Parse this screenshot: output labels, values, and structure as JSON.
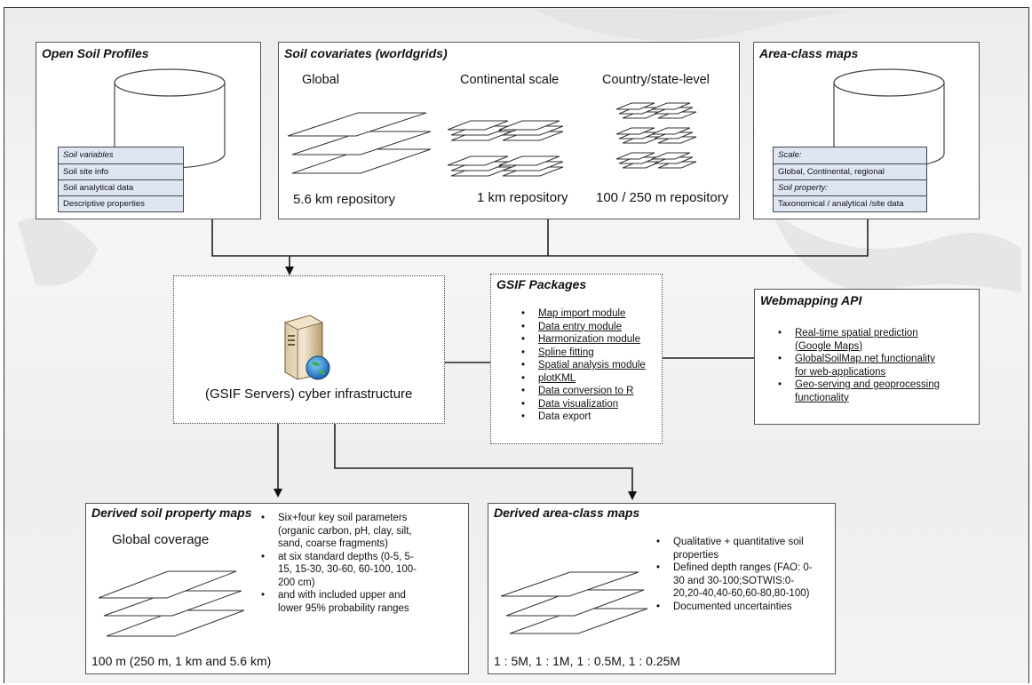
{
  "open_soil_profiles": {
    "title": "Open Soil Profiles",
    "table": [
      "Soil variables",
      "Soil site info",
      "Soil analytical data",
      "Descriptive properties"
    ]
  },
  "soil_covariates": {
    "title": "Soil covariates (worldgrids)",
    "global_label": "Global",
    "continental_label": "Continental scale",
    "country_label": "Country/state-level",
    "global_repo": "5.6 km repository",
    "continental_repo": "1 km repository",
    "country_repo": "100 / 250 m repository"
  },
  "area_class_maps": {
    "title": "Area-class maps",
    "table": [
      "Scale:",
      "Global, Continental, regional",
      "Soil property:",
      "Taxonomical / analytical /site data"
    ]
  },
  "servers": {
    "label": "(GSIF Servers) cyber infrastructure",
    "icon": "server-globe-icon"
  },
  "gsif_packages": {
    "title": "GSIF Packages",
    "items": [
      "Map import module",
      "Data entry module",
      "Harmonization module",
      "Spline fitting",
      "Spatial analysis module",
      "plotKML",
      "Data conversion to R",
      "Data visualization",
      "Data export"
    ]
  },
  "webmapping_api": {
    "title": "Webmapping API",
    "items": [
      [
        "Real-time spatial prediction",
        "(Google Maps)"
      ],
      [
        "GlobalSoilMap.net functionality",
        "for web-applications"
      ],
      [
        "Geo-serving and geoprocessing",
        "functionality"
      ]
    ]
  },
  "derived_soil_property_maps": {
    "title": "Derived soil property maps",
    "coverage": "Global coverage",
    "items": [
      [
        "Six+four key soil parameters",
        "(organic carbon, pH, clay, silt,",
        "sand, coarse fragments)"
      ],
      [
        "at six standard depths (0-5, 5-",
        "15, 15-30, 30-60, 60-100, 100-",
        "200 cm)"
      ],
      [
        "and with included upper and",
        "lower 95% probability ranges"
      ]
    ],
    "resolution": "100 m (250 m, 1 km and 5.6 km)"
  },
  "derived_area_class_maps": {
    "title": "Derived area-class maps",
    "items": [
      [
        "Qualitative + quantitative soil",
        "properties"
      ],
      [
        "Defined depth ranges (FAO: 0-",
        "30 and 30-100;SOTWIS:0-",
        "20,20-40,40-60,60-80,80-100)"
      ],
      [
        "Documented uncertainties"
      ]
    ],
    "scales": "1 : 5M, 1 : 1M, 1 : 0.5M, 1 : 0.25M"
  }
}
